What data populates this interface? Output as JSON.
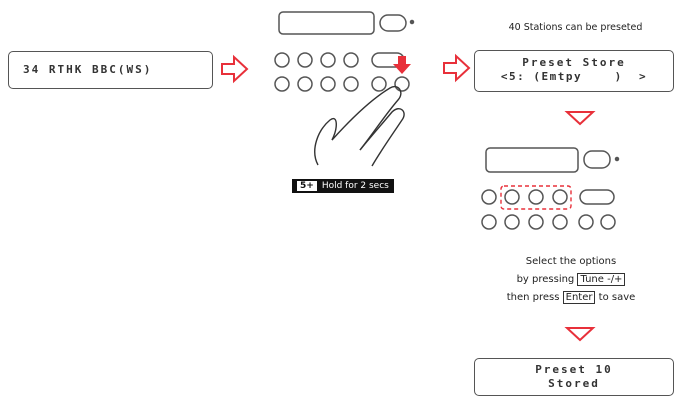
{
  "display_current": "34 RTHK BBC(WS)",
  "top_note": "40 Stations can be preseted",
  "display_preset_store": {
    "line1": "Preset Store",
    "line2": "<5: (Emtpy    )  >"
  },
  "hold_instruction": {
    "key": "5+",
    "text": "Hold for 2 secs"
  },
  "select_instruction": {
    "line1": "Select the options",
    "line2_prefix": "by pressing",
    "tune_key": "Tune -/+",
    "line3_prefix": "then press",
    "enter_key": "Enter",
    "line3_suffix": "to save"
  },
  "display_stored": {
    "line1": "Preset 10",
    "line2": "Stored"
  },
  "colors": {
    "arrow": "#e8303a",
    "highlight": "#e8303a",
    "line": "#444444"
  }
}
